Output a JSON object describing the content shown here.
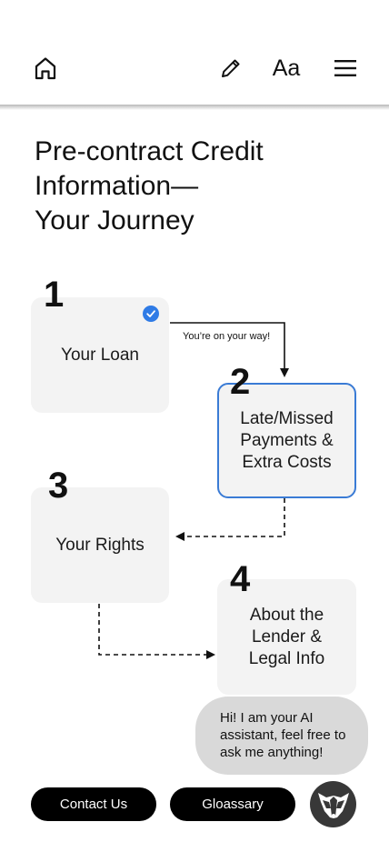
{
  "header": {
    "home_icon": "home-icon",
    "edit_icon": "pencil-icon",
    "font_size_label": "Aa",
    "menu_icon": "hamburger-menu-icon"
  },
  "page": {
    "title_line1": "Pre-contract Credit",
    "title_line2": "Information—",
    "title_line3": "Your Journey"
  },
  "journey": {
    "steps": [
      {
        "number": "1",
        "label_lines": [
          "Your Loan"
        ],
        "status": "completed"
      },
      {
        "number": "2",
        "label_lines": [
          "Late/Missed",
          "Payments &",
          "Extra Costs"
        ],
        "status": "current"
      },
      {
        "number": "3",
        "label_lines": [
          "Your Rights"
        ],
        "status": "upcoming"
      },
      {
        "number": "4",
        "label_lines": [
          "About the",
          "Lender &",
          "Legal Info"
        ],
        "status": "upcoming"
      }
    ],
    "progress_note": "You’re on your way!",
    "check_icon": "check-circle-icon"
  },
  "assistant": {
    "bubble_line1": "Hi! I am your AI",
    "bubble_line2": "assistant, feel free to",
    "bubble_line3": "ask me anything!",
    "avatar_icon": "badger-avatar-icon"
  },
  "footer": {
    "contact_label": "Contact Us",
    "glossary_label": "Gloassary"
  },
  "colors": {
    "accent_blue": "#3a7bd5",
    "check_blue": "#2f7be6",
    "card_bg": "#f3f3f3",
    "bubble_bg": "#d9d9d9",
    "button_bg": "#000000",
    "avatar_bg": "#383838"
  }
}
